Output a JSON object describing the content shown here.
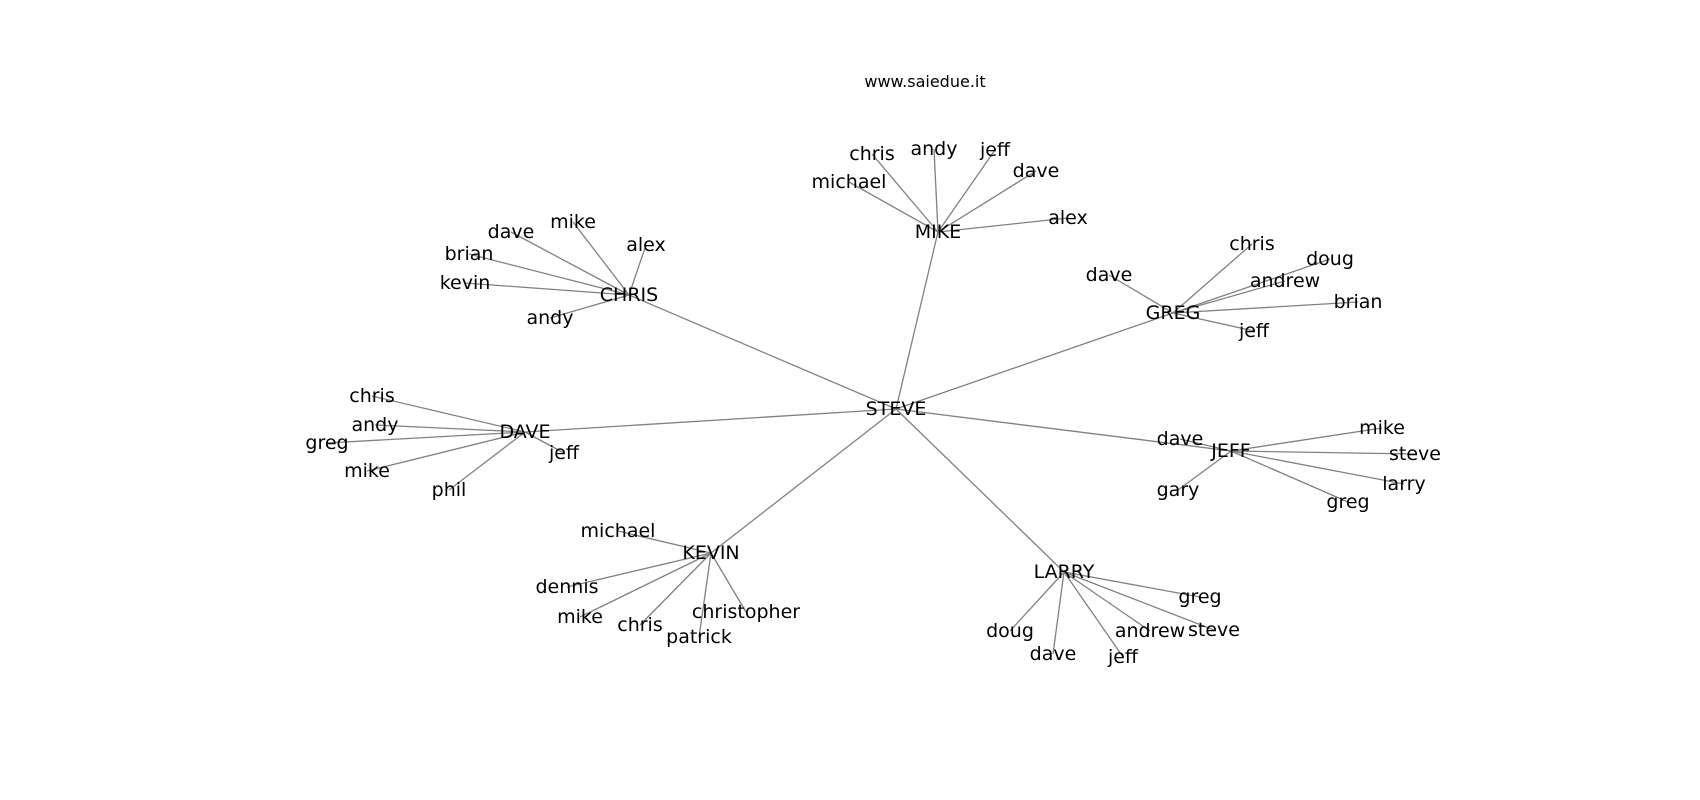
{
  "site": {
    "title": "www.saiedue.it"
  },
  "style": {
    "edge_color": "#808080",
    "text_color": "#000000",
    "background": "#ffffff"
  },
  "graph": {
    "center": "STEVE",
    "hubs": [
      {
        "name": "MIKE",
        "leaves": [
          "chris",
          "andy",
          "jeff",
          "dave",
          "michael",
          "alex"
        ]
      },
      {
        "name": "CHRIS",
        "leaves": [
          "mike",
          "dave",
          "alex",
          "brian",
          "kevin",
          "andy"
        ]
      },
      {
        "name": "GREG",
        "leaves": [
          "chris",
          "doug",
          "dave",
          "andrew",
          "brian",
          "jeff"
        ]
      },
      {
        "name": "DAVE",
        "leaves": [
          "chris",
          "andy",
          "greg",
          "jeff",
          "mike",
          "phil"
        ]
      },
      {
        "name": "JEFF",
        "leaves": [
          "mike",
          "dave",
          "steve",
          "larry",
          "gary",
          "greg"
        ]
      },
      {
        "name": "KEVIN",
        "leaves": [
          "michael",
          "dennis",
          "christopher",
          "mike",
          "chris",
          "patrick"
        ]
      },
      {
        "name": "LARRY",
        "leaves": [
          "greg",
          "steve",
          "andrew",
          "doug",
          "dave",
          "jeff"
        ]
      }
    ]
  }
}
